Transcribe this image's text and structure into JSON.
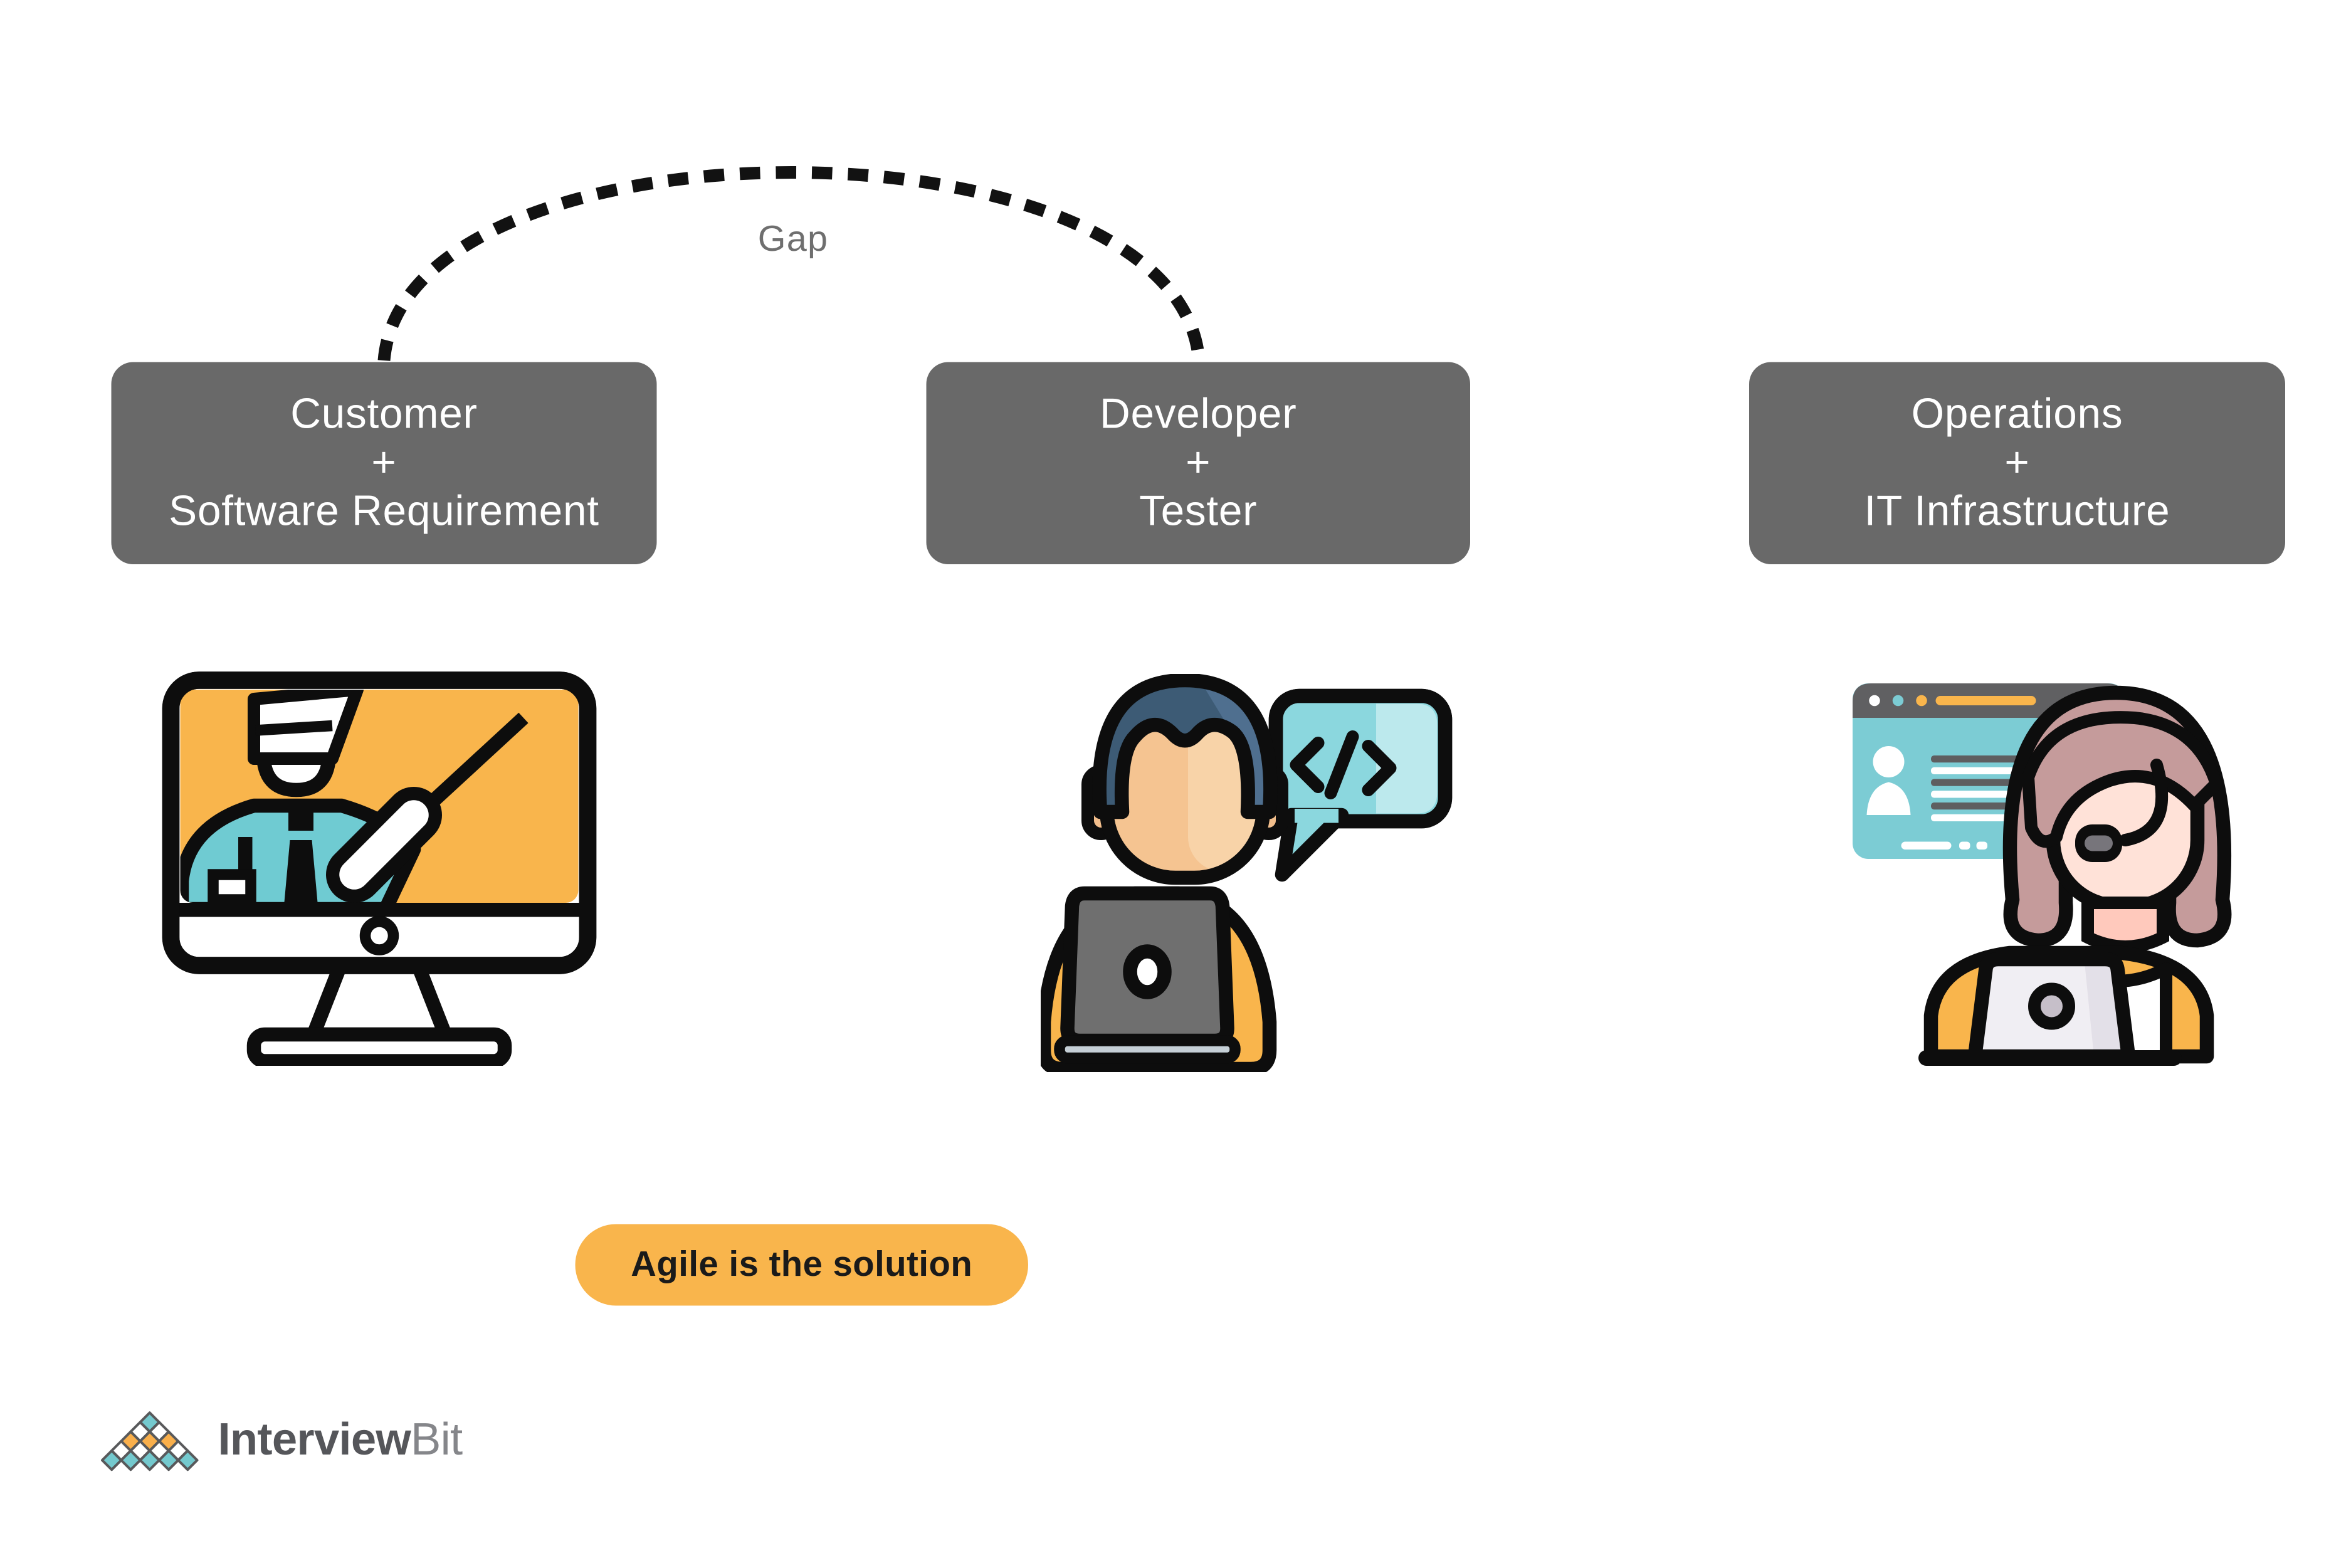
{
  "gap": {
    "label": "Gap"
  },
  "boxes": [
    {
      "id": "customer",
      "line1": "Customer",
      "line2": "+",
      "line3": "Software Requirement"
    },
    {
      "id": "developer",
      "line1": "Developer",
      "line2": "+",
      "line3": "Tester"
    },
    {
      "id": "operations",
      "line1": "Operations",
      "line2": "+",
      "line3": "IT Infrastructure"
    }
  ],
  "badge": {
    "label": "Agile is the solution"
  },
  "logo": {
    "part_bold": "Interview",
    "part_light": "Bit"
  },
  "colors": {
    "background": "#ffffff",
    "box_gray": "#696969",
    "box_text": "#ffffff",
    "gap_text_gray": "#6f6f6f",
    "arc_black": "#121212",
    "accent_orange": "#F9B54C",
    "accent_teal": "#74C9CE",
    "speech_bubble_teal": "#8BD7DE",
    "developer_hair_blue": "#3D5B75",
    "skin_tone": "#F5C491",
    "operations_hair_mauve": "#C59B9B",
    "customer_shirt_teal": "#6FCBD2",
    "logo_text_dark": "#55565A",
    "logo_text_light": "#85868A"
  }
}
